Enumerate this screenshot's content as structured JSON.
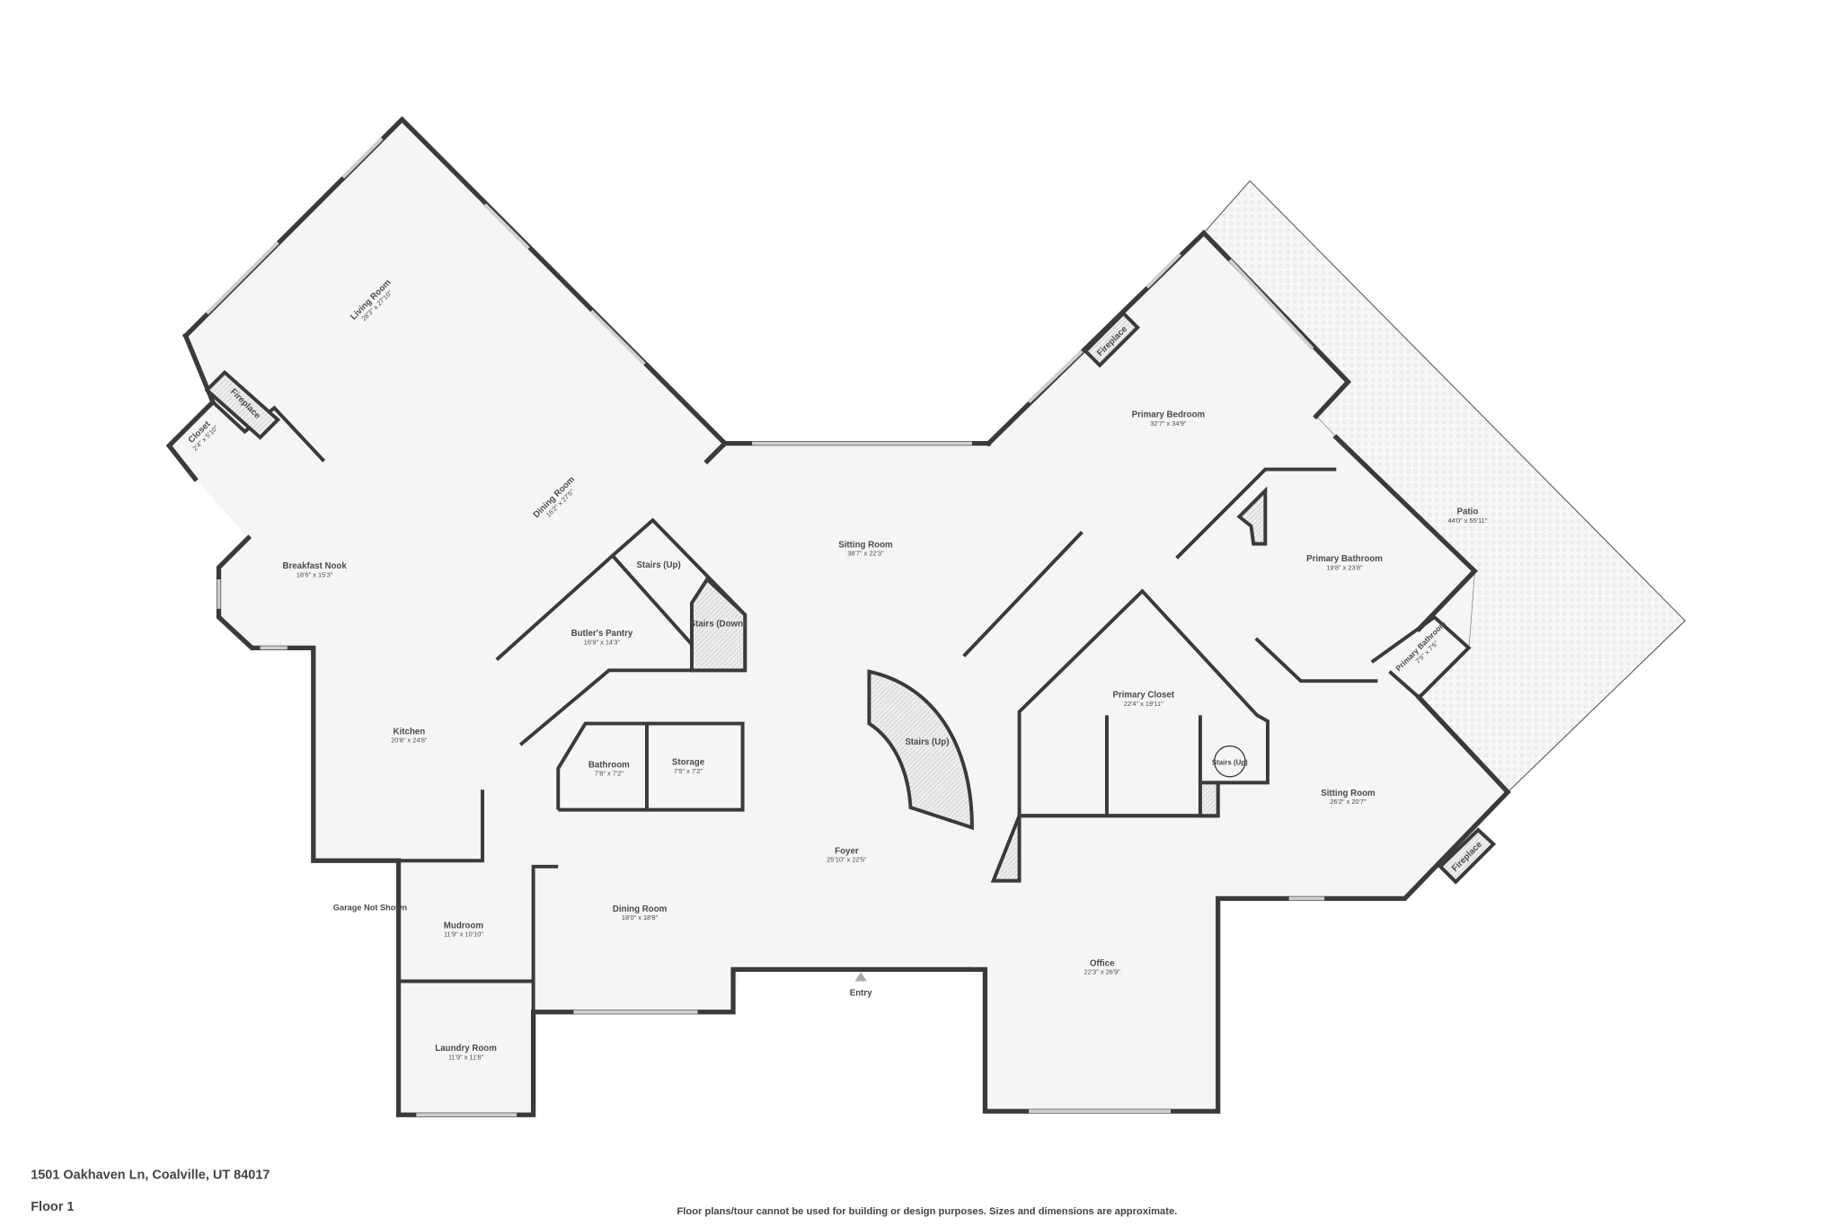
{
  "address": "1501 Oakhaven Ln, Coalville, UT 84017",
  "floor": "Floor 1",
  "disclaimer": "Floor plans/tour cannot be used for building or design purposes. Sizes and dimensions are approximate.",
  "colors": {
    "wall": "#3a3a3a",
    "floor": "#f5f5f5",
    "text": "#4a4a4a"
  },
  "rooms": {
    "living_room": {
      "name": "Living Room",
      "dim": "28'3\" x 27'10\""
    },
    "dining_room_1": {
      "name": "Dining Room",
      "dim": "16'2\" x 27'6\""
    },
    "closet": {
      "name": "Closet",
      "dim": "2'4\" x 5'10\""
    },
    "fireplace_1": {
      "name": "Fireplace"
    },
    "breakfast_nook": {
      "name": "Breakfast Nook",
      "dim": "18'6\" x 15'3\""
    },
    "kitchen": {
      "name": "Kitchen",
      "dim": "20'8\" x 24'8\""
    },
    "butlers_pantry": {
      "name": "Butler's Pantry",
      "dim": "16'9\" x 14'3\""
    },
    "stairs_up_1": {
      "name": "Stairs (Up)"
    },
    "stairs_down": {
      "name": "Stairs (Down)"
    },
    "sitting_room_1": {
      "name": "Sitting Room",
      "dim": "38'7\" x 22'3\""
    },
    "bathroom": {
      "name": "Bathroom",
      "dim": "7'8\" x 7'2\""
    },
    "storage": {
      "name": "Storage",
      "dim": "7'5\" x 7'2\""
    },
    "stairs_up_2": {
      "name": "Stairs (Up)"
    },
    "foyer": {
      "name": "Foyer",
      "dim": "25'10\" x 22'5\""
    },
    "dining_room_2": {
      "name": "Dining Room",
      "dim": "18'0\" x 18'8\""
    },
    "garage": {
      "name": "Garage Not Shown"
    },
    "mudroom": {
      "name": "Mudroom",
      "dim": "11'9\" x 10'10\""
    },
    "laundry_room": {
      "name": "Laundry Room",
      "dim": "11'9\" x 11'8\""
    },
    "entry": {
      "name": "Entry"
    },
    "office": {
      "name": "Office",
      "dim": "22'3\" x 26'9\""
    },
    "primary_bedroom": {
      "name": "Primary Bedroom",
      "dim": "32'7\" x 34'9\""
    },
    "fireplace_2": {
      "name": "Fireplace"
    },
    "primary_bathroom": {
      "name": "Primary Bathroom",
      "dim": "19'8\" x 23'8\""
    },
    "patio": {
      "name": "Patio",
      "dim": "44'0\" x 55'11\""
    },
    "primary_bathroom_2": {
      "name": "Primary Bathroom",
      "dim": "7'9\" x 7'6\""
    },
    "primary_closet": {
      "name": "Primary Closet",
      "dim": "22'4\" x 19'11\""
    },
    "stairs_up_3": {
      "name": "Stairs (Up)"
    },
    "sitting_room_2": {
      "name": "Sitting Room",
      "dim": "26'2\" x 20'7\""
    },
    "fireplace_3": {
      "name": "Fireplace"
    }
  }
}
